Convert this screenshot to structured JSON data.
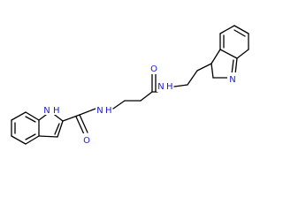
{
  "molecule": {
    "colors": {
      "bond": "#000000",
      "heteroatom": "#1a1adb",
      "background": "#ffffff"
    },
    "labels": {
      "nh_indole": "N",
      "nh_indole_h": "H",
      "amide_nh_left": "N",
      "amide_nh_left_h": "H",
      "amide_o_left": "O",
      "amide_o_right": "O",
      "amide_nh_right": "N",
      "amide_nh_right_h": "H",
      "n_right_ring": "N"
    }
  }
}
